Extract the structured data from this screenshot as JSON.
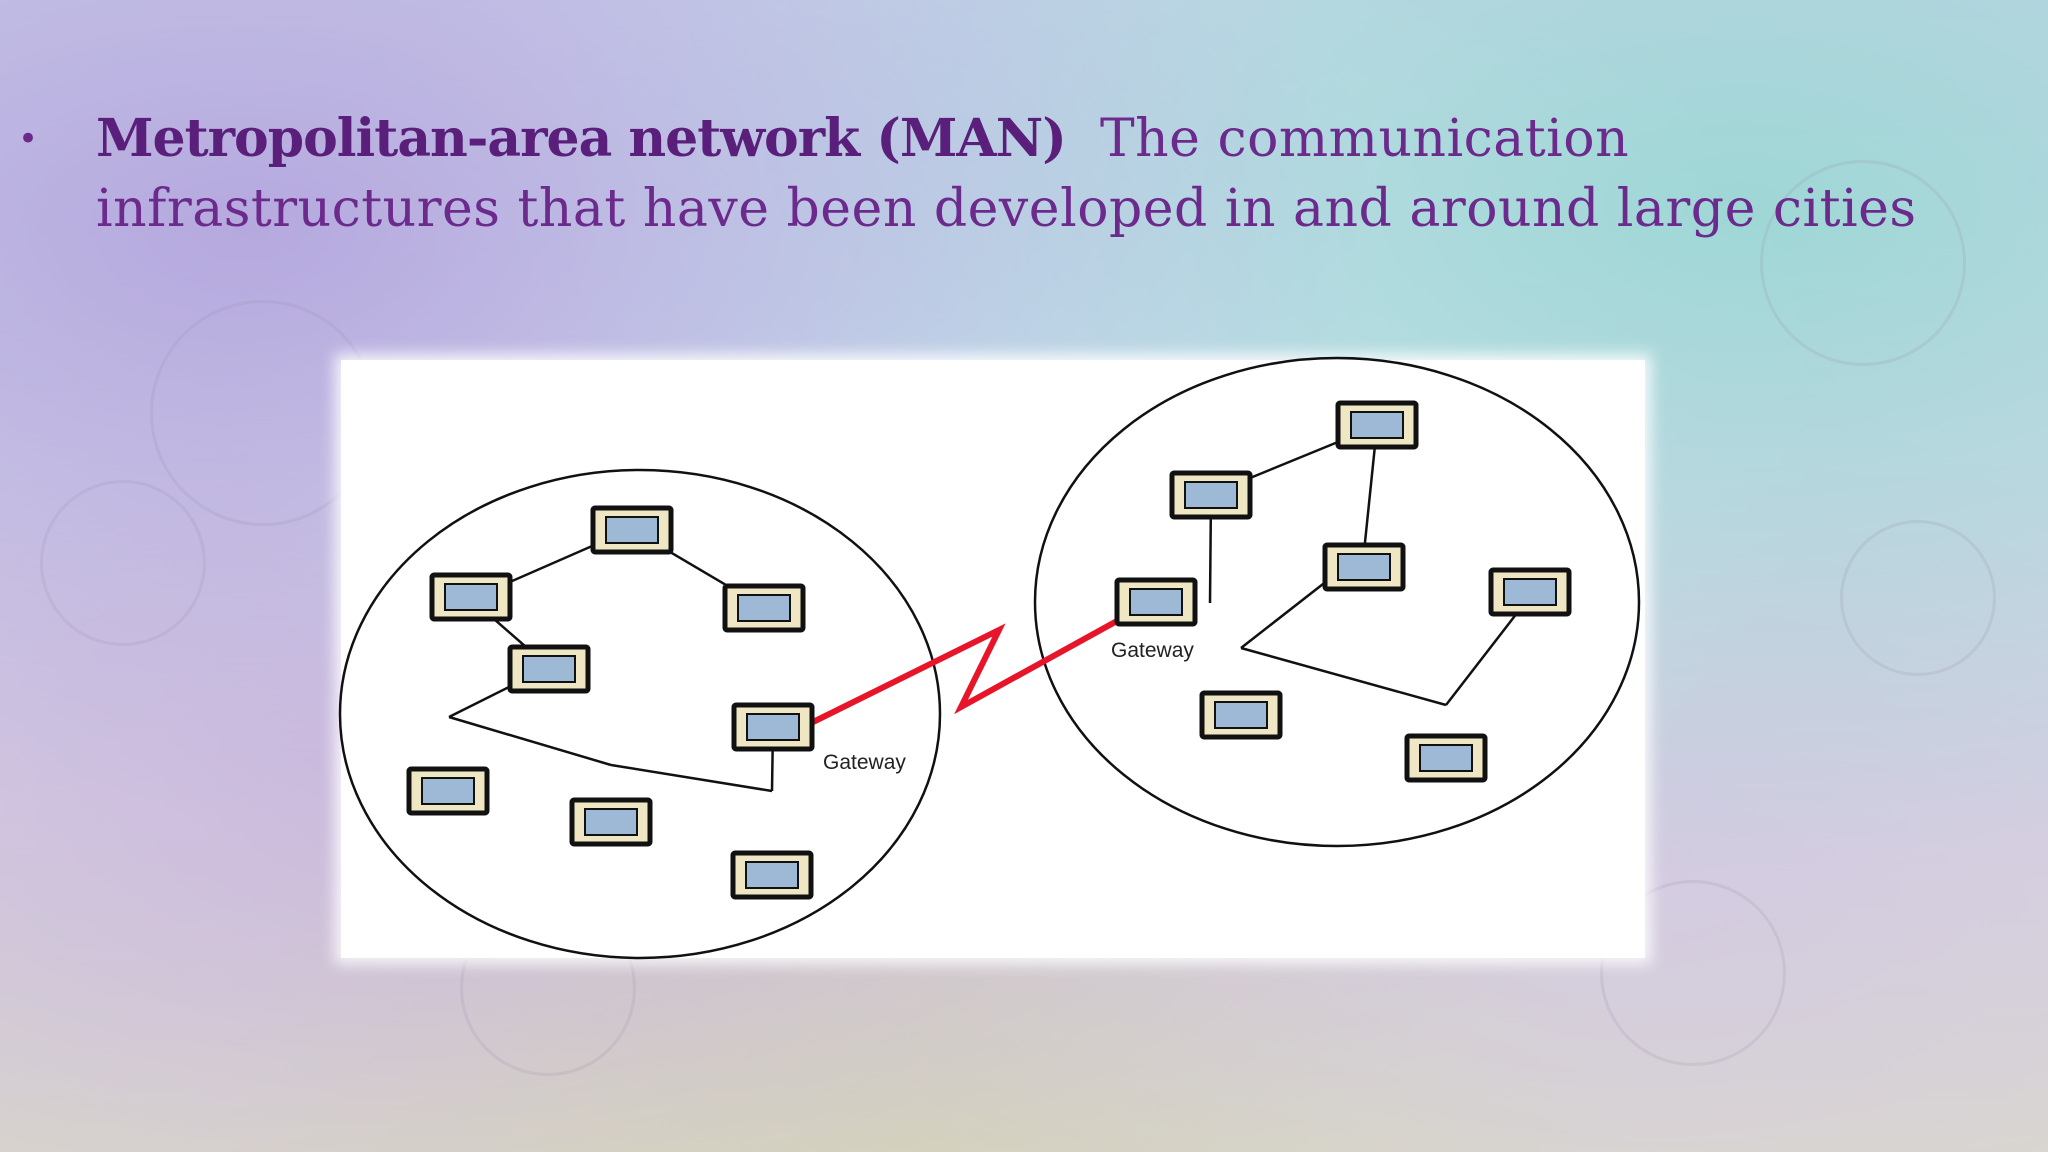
{
  "slide": {
    "term": "Metropolitan-area network (MAN)",
    "definition": "The communication infrastructures that have been developed in and around large cities"
  },
  "diagram": {
    "left_network": {
      "gateway_label": "Gateway"
    },
    "right_network": {
      "gateway_label": "Gateway"
    },
    "colors": {
      "link_line": "#111111",
      "wan_link": "#e8142a",
      "monitor_frame": "#efe6c4",
      "monitor_screen": "#9db9d6",
      "network_boundary": "#111111"
    }
  }
}
